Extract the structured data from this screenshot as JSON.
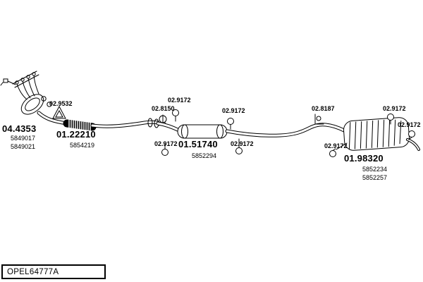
{
  "footer": {
    "code": "OPEL64777A"
  },
  "parts": {
    "manifold": {
      "code": "04.4353",
      "subs": [
        "5849017",
        "5849021"
      ]
    },
    "front_pipe": {
      "code": "01.22210",
      "subs": [
        "5854219"
      ]
    },
    "center_silencer": {
      "code": "01.51740",
      "subs": [
        "5852294"
      ]
    },
    "rear_silencer": {
      "code": "01.98320",
      "subs": [
        "5852234",
        "5852257"
      ]
    },
    "gasket": {
      "code": "02.9532"
    },
    "clamp": {
      "code": "02.8150"
    },
    "hanger": {
      "code": "02.9172"
    },
    "bracket": {
      "code": "02.8187"
    }
  },
  "colors": {
    "line": "#000000",
    "background": "#ffffff"
  }
}
